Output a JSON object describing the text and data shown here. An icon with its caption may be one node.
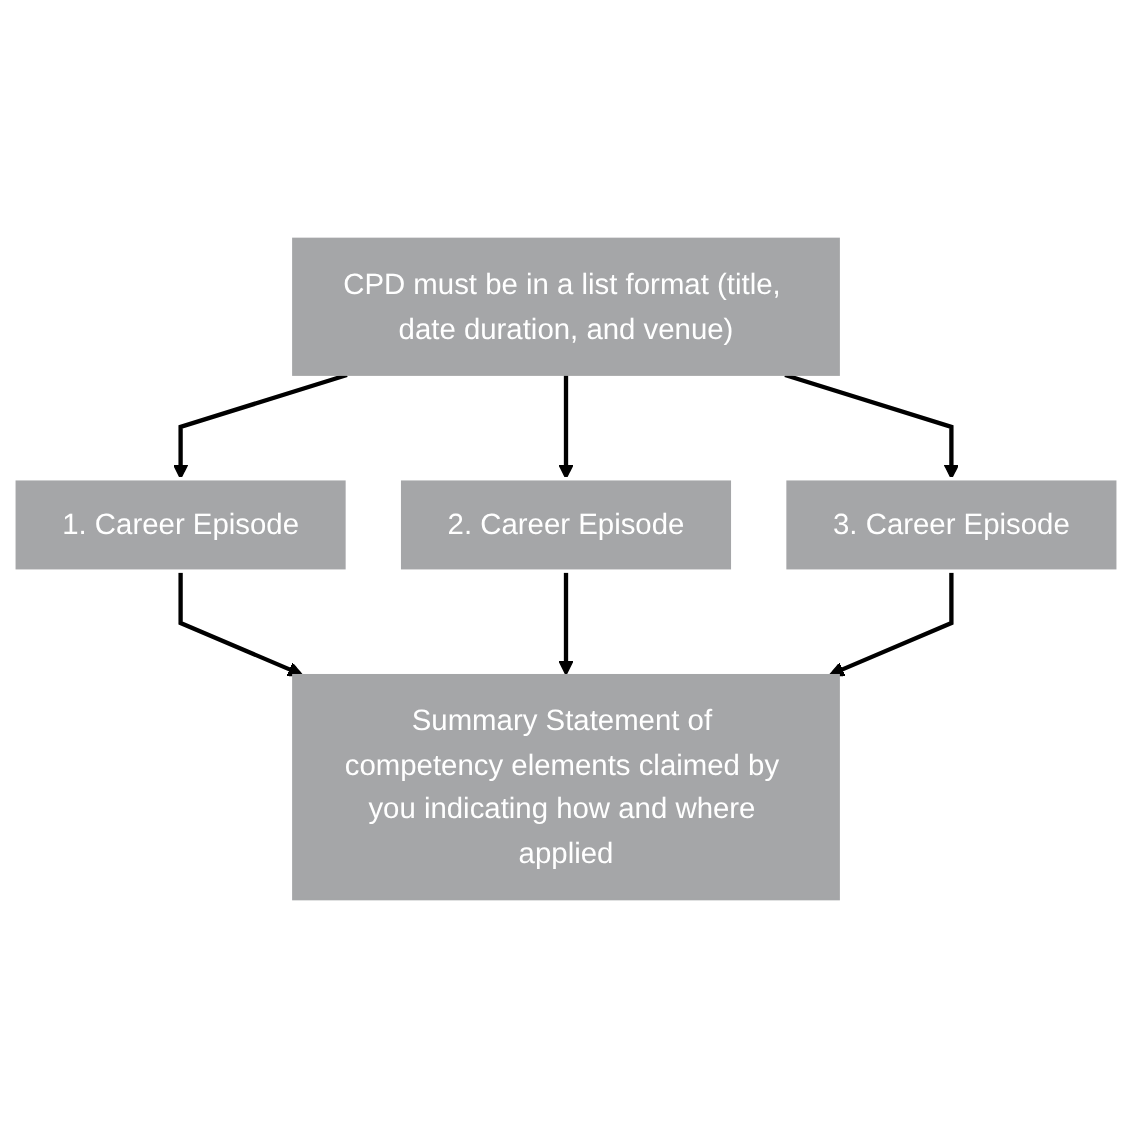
{
  "diagram": {
    "nodes": [
      {
        "text": [
          "CPD must be in a list format (title, date duration, and venue)"
        ]
      },
      {
        "text": [
          "1. Career Episode"
        ]
      },
      {
        "text": [
          "2. Career Episode"
        ]
      },
      {
        "text": [
          "3. Career Episode"
        ]
      },
      {
        "text": [
          "Summary Statement of competency elements claimed by you indicating how and where applied"
        ]
      }
    ],
    "edges": [
      {
        "from": 0,
        "to": 1,
        "arrow": "to"
      },
      {
        "from": 0,
        "to": 2,
        "arrow": "to"
      },
      {
        "from": 0,
        "to": 3,
        "arrow": "to"
      },
      {
        "from": 1,
        "to": 4,
        "arrow": "to"
      },
      {
        "from": 2,
        "to": 4,
        "arrow": "to"
      },
      {
        "from": 3,
        "to": 4,
        "arrow": "to"
      }
    ]
  }
}
